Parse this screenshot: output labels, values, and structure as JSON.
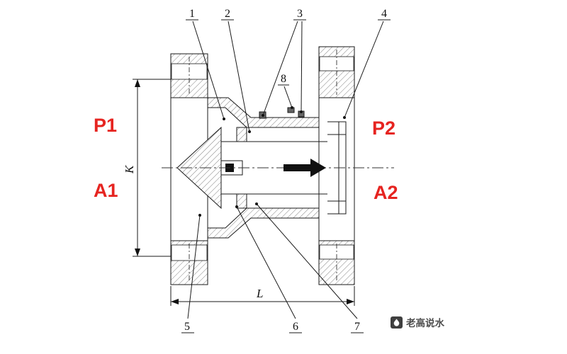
{
  "ports": {
    "inlet_pressure": "P1",
    "inlet_port": "A1",
    "outlet_pressure": "P2",
    "outlet_port": "A2"
  },
  "dimensions": {
    "height_label": "K",
    "length_label": "L"
  },
  "callouts": {
    "item1": "1",
    "item2": "2",
    "item3": "3",
    "item4": "4",
    "item5": "5",
    "item6": "6",
    "item7": "7",
    "item8": "8"
  },
  "watermark": {
    "text": "老高说水"
  },
  "colors": {
    "port_label_red": "#e62420",
    "drawing_line": "#1a1a1a",
    "watermark_gray": "#4c4c4c"
  }
}
